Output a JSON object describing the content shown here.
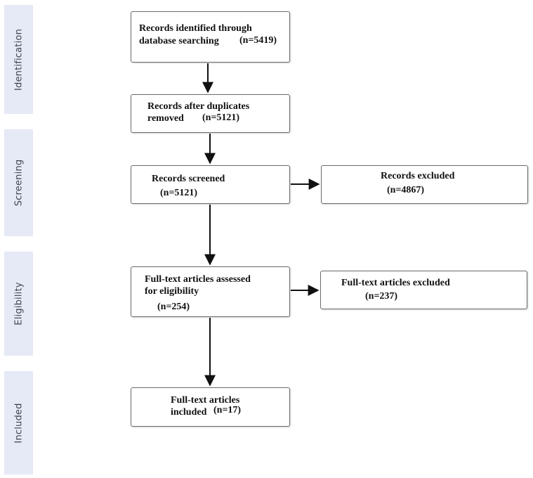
{
  "stages": {
    "identification": "Identification",
    "screening": "Screening",
    "eligibility": "Eligibility",
    "included": "Included"
  },
  "boxes": {
    "identified": {
      "line1": "Records identified through",
      "line2": "database searching",
      "count": "(n=5419)"
    },
    "deduplicated": {
      "line1": "Records after duplicates",
      "line2": "removed",
      "count": "(n=5121)"
    },
    "screened": {
      "line1": "Records screened",
      "count": "(n=5121)"
    },
    "excluded": {
      "line1": "Records excluded",
      "count": "(n=4867)"
    },
    "assessed": {
      "line1": "Full-text articles assessed",
      "line2": "for eligibility",
      "count": "(n=254)"
    },
    "fulltext_excluded": {
      "line1": "Full-text articles excluded",
      "count": "(n=237)"
    },
    "included": {
      "line1": "Full-text articles",
      "line2": "included",
      "count": "(n=17)"
    }
  }
}
